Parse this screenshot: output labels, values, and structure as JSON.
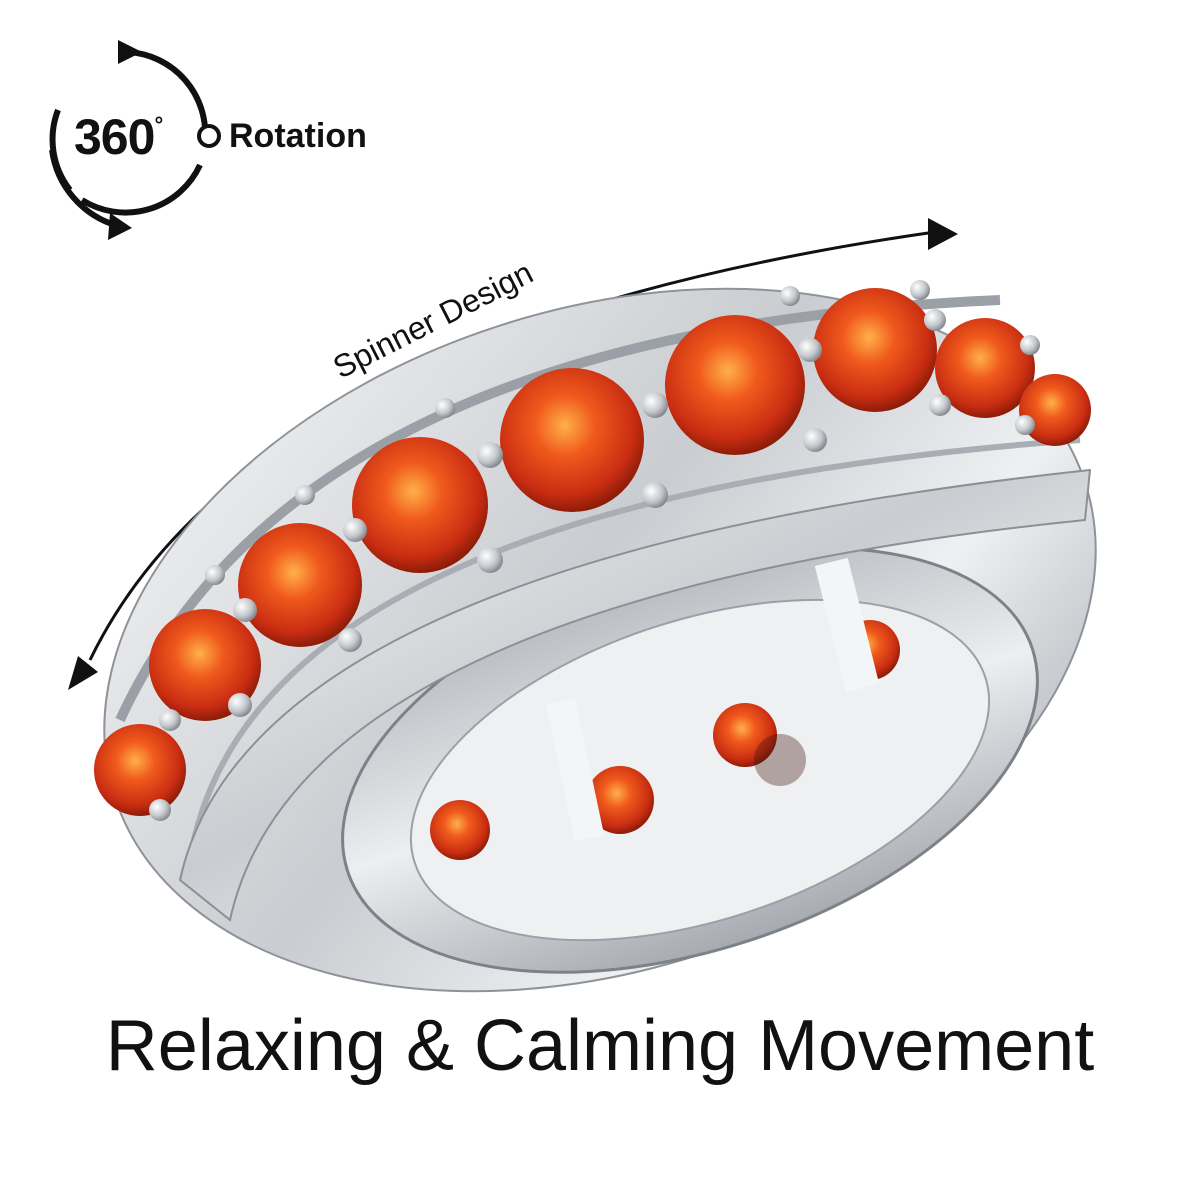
{
  "badge": {
    "number": "360",
    "degree_symbol": "°",
    "label": "Rotation",
    "icon": "rotation-arrows-icon"
  },
  "arc_label": "Spinner Design",
  "caption": "Relaxing & Calming Movement",
  "colors": {
    "text": "#111111",
    "metal": "#d9dbde",
    "gem": "#e8401c",
    "gem_dark": "#b8260c"
  },
  "product_image": "spinner-ring-with-orange-stones"
}
